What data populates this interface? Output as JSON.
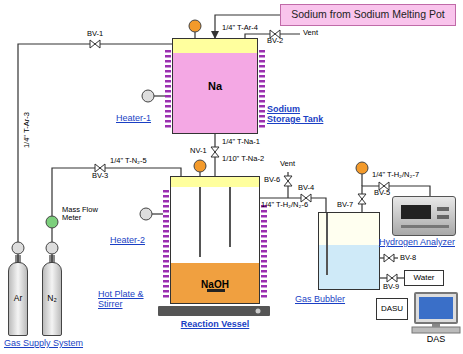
{
  "diagram": {
    "nodes": [
      {
        "text": [
          "Sodium from Sodium Melting Pot"
        ]
      },
      {
        "text": [
          "Na",
          "Sodium Storage Tank"
        ]
      },
      {
        "text": [
          "NaOH",
          "Reaction Vessel"
        ]
      },
      {
        "text": [
          "Gas Bubbler"
        ]
      },
      {
        "text": [
          "Hydrogen Analyzer"
        ]
      },
      {
        "text": [
          "Water"
        ]
      },
      {
        "text": [
          "DASU"
        ]
      },
      {
        "text": [
          "DAS"
        ]
      },
      {
        "text": [
          "Ar"
        ]
      },
      {
        "text": [
          "N₂"
        ]
      }
    ],
    "edges": [
      {
        "from": 0,
        "to": 1,
        "arrow": "to"
      },
      {
        "from": 1,
        "to": 2,
        "arrow": "none"
      },
      {
        "from": 8,
        "to": 1,
        "arrow": "none"
      },
      {
        "from": 9,
        "to": 2,
        "arrow": "none"
      },
      {
        "from": 2,
        "to": 3,
        "arrow": "none"
      },
      {
        "from": 3,
        "to": 4,
        "arrow": "none"
      },
      {
        "from": 5,
        "to": 3,
        "arrow": "none"
      }
    ],
    "labels": [
      "1/4\" T-Ar-4",
      "Vent",
      "BV-2",
      "BV-1",
      "1/4\" T-Ar-3",
      "Heater-1",
      "NV-1",
      "1/4\" T-Na-1",
      "1/10\" T-Na-2",
      "1/4\" T-N₂-5",
      "BV-3",
      "Mass Flow Meter",
      "Heater-2",
      "Hot Plate & Stirrer",
      "Vent",
      "BV-6",
      "BV-4",
      "1/4\" T-H₂/N₂-6",
      "BV-7",
      "1/4\" T-H₂/N₂-7",
      "BV-5",
      "BV-8",
      "BV-9",
      "Gas Supply System"
    ]
  }
}
